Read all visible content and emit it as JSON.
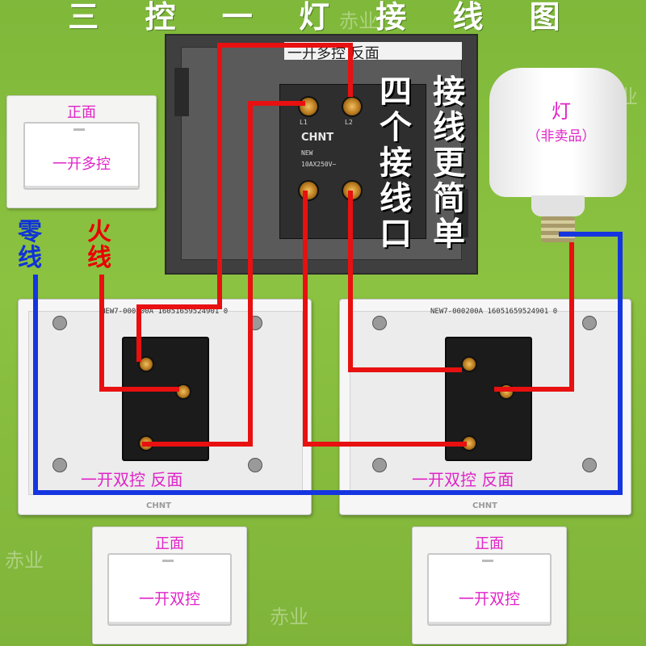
{
  "title": "三 控 一 灯 接 线 图",
  "watermark": "赤业",
  "front_label": "正面",
  "multi_switch": {
    "name": "一开多控",
    "back_label": "一开多控 反面",
    "brand": "CHNT",
    "marks": [
      "L1",
      "L2",
      "NEW",
      "10AX250V~"
    ],
    "note_lines": [
      "四个接线口",
      "接线更简单"
    ]
  },
  "double_switch": {
    "name": "一开双控",
    "back_label": "一开双控 反面",
    "model": "NEW7-000200A 16051659524901 0",
    "brand": "CHNT"
  },
  "bulb": {
    "label": "灯",
    "sub": "（非卖品）"
  },
  "wires": {
    "neutral_label": "零线",
    "live_label": "火线",
    "neutral_color": "#1535e0",
    "live_color": "#e81010"
  }
}
